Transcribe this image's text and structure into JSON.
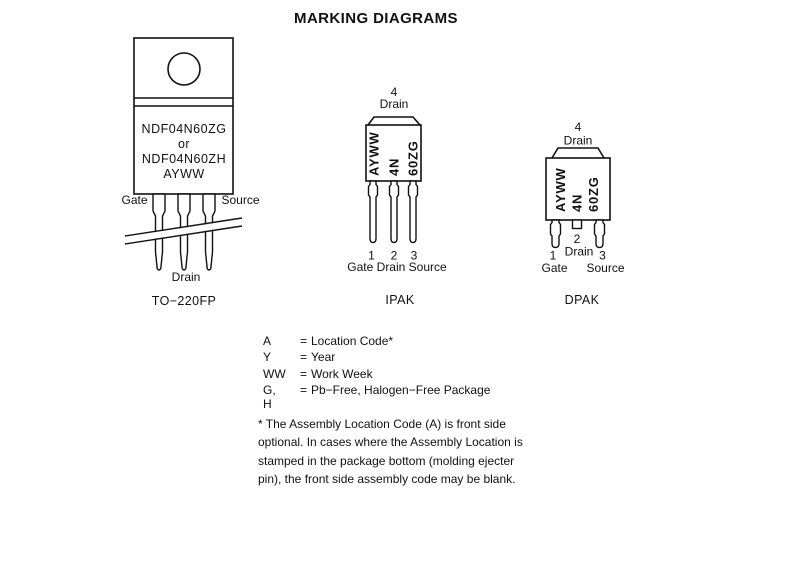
{
  "page_title": "MARKING DIAGRAMS",
  "to220fp": {
    "package_name": "TO−220FP",
    "marking_lines": [
      "NDF04N60ZG",
      "or",
      "NDF04N60ZH",
      "AYWW"
    ],
    "gate_label": "Gate",
    "source_label": "Source",
    "drain_label": "Drain"
  },
  "ipak": {
    "package_name": "IPAK",
    "top_pin_number": "4",
    "top_pin_label": "Drain",
    "marking_columns": [
      "AYWW",
      "4N",
      "60ZG"
    ],
    "pin_numbers": [
      "1",
      "2",
      "3"
    ],
    "bottom_pin_labels": "Gate Drain Source"
  },
  "dpak": {
    "package_name": "DPAK",
    "top_pin_number": "4",
    "top_pin_label": "Drain",
    "marking_columns": [
      "AYWW",
      "4N",
      "60ZG"
    ],
    "pin1_number": "1",
    "pin1_label": "Gate",
    "pin2_number": "2",
    "pin2_label": "Drain",
    "pin3_number": "3",
    "pin3_label": "Source"
  },
  "legend": {
    "rows": [
      {
        "symbol": "A",
        "eq": "=",
        "desc": "Location Code*"
      },
      {
        "symbol": "Y",
        "eq": "=",
        "desc": "Year"
      },
      {
        "symbol": "WW",
        "eq": "=",
        "desc": "Work Week"
      },
      {
        "symbol": "G, H",
        "eq": "=",
        "desc": "Pb−Free, Halogen−Free Package"
      }
    ]
  },
  "footnote": {
    "lines": [
      "* The Assembly Location Code (A) is front side",
      "optional. In cases where the Assembly Location is",
      "stamped in the package bottom (molding ejecter",
      "pin), the front side assembly code may be blank."
    ]
  }
}
